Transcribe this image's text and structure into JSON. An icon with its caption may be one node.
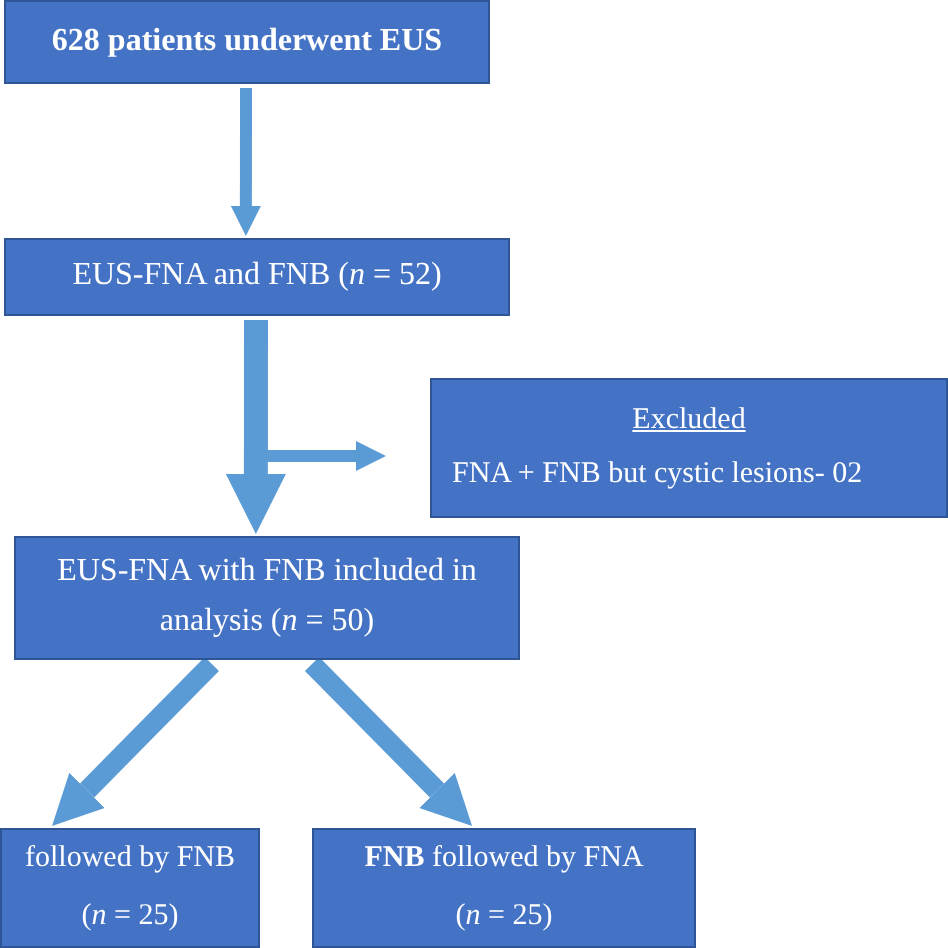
{
  "diagram": {
    "nodes": [
      {
        "text": [
          "628 patients underwent EUS"
        ]
      },
      {
        "text": [
          "EUS-FNA and FNB (*n* = 52)"
        ]
      },
      {
        "text": [
          "Excluded",
          "FNA + FNB but cystic lesions- 02"
        ]
      },
      {
        "text": [
          "EUS-FNA with FNB included in analysis (*n* = 50)"
        ]
      },
      {
        "text": [
          "followed by FNB",
          "(*n* = 25)"
        ]
      },
      {
        "text": [
          "**FNB** followed by FNA",
          "(*n* = 25)"
        ]
      }
    ],
    "edges": [
      {
        "from": 0,
        "to": 1,
        "arrow": "to"
      },
      {
        "from": 1,
        "to": 3,
        "arrow": "to"
      },
      {
        "from": 1,
        "to": 2,
        "arrow": "to"
      },
      {
        "from": 3,
        "to": 4,
        "arrow": "to"
      },
      {
        "from": 3,
        "to": 5,
        "arrow": "to"
      }
    ]
  }
}
